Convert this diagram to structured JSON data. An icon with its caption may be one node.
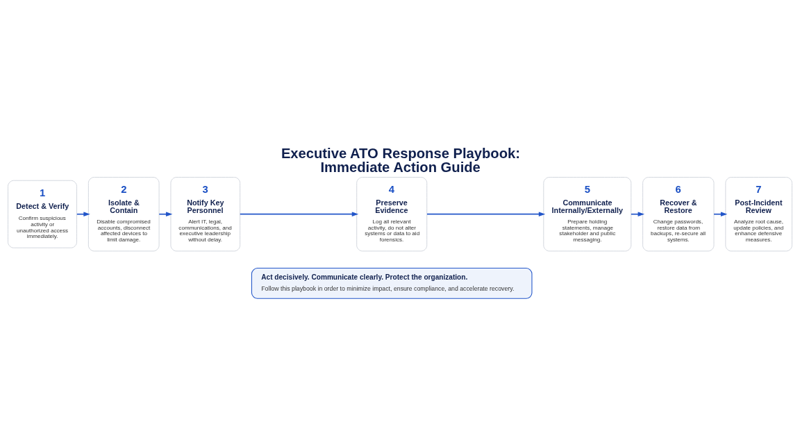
{
  "diagram": {
    "title": "Executive ATO Response Playbook: Immediate Action Guide",
    "nodes": [
      {
        "text": [
          "1",
          "Detect & Verify",
          "Confirm suspicious activity or unauthorized access immediately."
        ]
      },
      {
        "text": [
          "2",
          "Isolate & Contain",
          "Disable compromised accounts, disconnect affected devices to limit damage."
        ]
      },
      {
        "text": [
          "3",
          "Notify Key Personnel",
          "Alert IT, legal, communications, and executive leadership without delay."
        ]
      },
      {
        "text": [
          "4",
          "Preserve Evidence",
          "Log all relevant activity, do not alter systems or data to aid forensics."
        ]
      },
      {
        "text": [
          "5",
          "Communicate Internally/Externally",
          "Prepare holding statements, manage stakeholder and public messaging."
        ]
      },
      {
        "text": [
          "6",
          "Recover & Restore",
          "Change passwords, restore data from backups, re-secure all systems."
        ]
      },
      {
        "text": [
          "7",
          "Post-Incident Review",
          "Analyze root cause, update policies, and enhance defensive measures."
        ]
      },
      {
        "text": [
          "Act decisively. Communicate clearly. Protect the organization.",
          "Follow this playbook in order to minimize impact, ensure compliance, and accelerate recovery."
        ]
      }
    ],
    "edges": [
      {
        "from": 0,
        "to": 1,
        "arrow": "to"
      },
      {
        "from": 1,
        "to": 2,
        "arrow": "to"
      },
      {
        "from": 2,
        "to": 3,
        "arrow": "to"
      },
      {
        "from": 3,
        "to": 4,
        "arrow": "to"
      },
      {
        "from": 4,
        "to": 5,
        "arrow": "to"
      },
      {
        "from": 5,
        "to": 6,
        "arrow": "to"
      }
    ]
  }
}
